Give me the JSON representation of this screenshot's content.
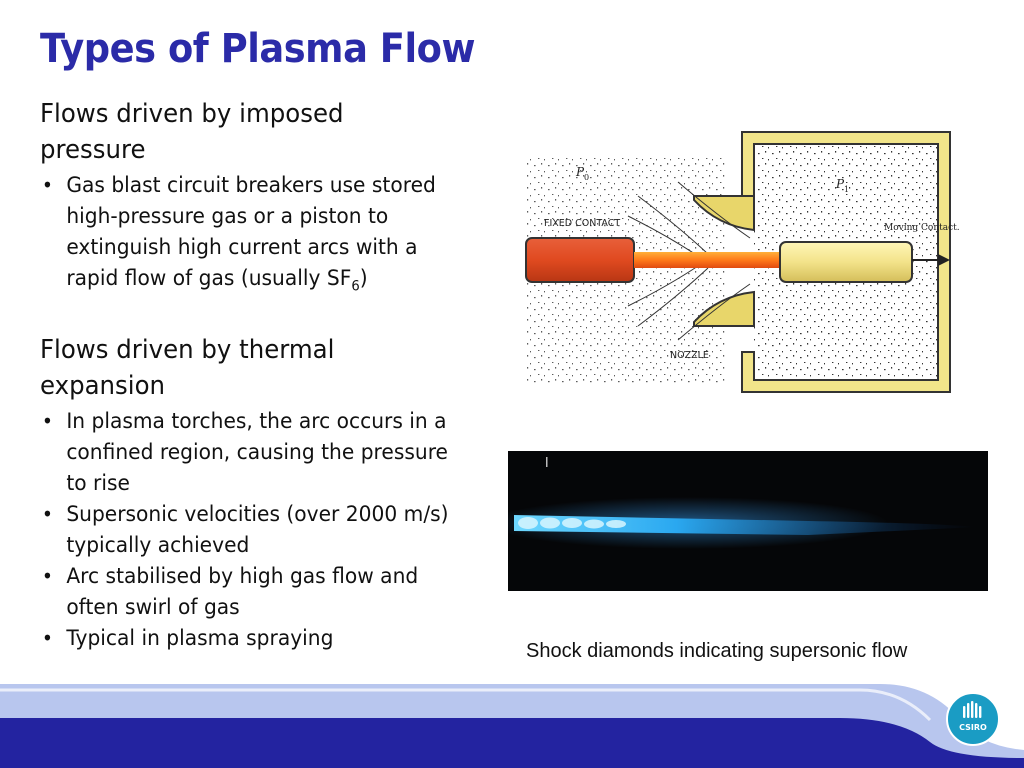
{
  "slide": {
    "title": "Types of Plasma Flow",
    "section1": {
      "heading": "Flows driven by imposed pressure",
      "bullet1_text": "Gas blast circuit breakers use stored high-pressure gas or a piston to extinguish high current arcs with a rapid flow of gas (usually SF",
      "bullet1_sub": "6",
      "bullet1_end": ")"
    },
    "section2": {
      "heading": "Flows driven by thermal expansion",
      "bullets": [
        "In plasma torches, the arc occurs in a confined region, causing the pressure to rise",
        "Supersonic velocities (over 2000 m/s) typically achieved",
        "Arc stabilised by high gas flow and often swirl of gas",
        "Typical in plasma spraying"
      ]
    },
    "diagram": {
      "label_p0": "P",
      "label_p0_sub": "0",
      "label_p1": "P",
      "label_p1_sub": "1",
      "fixed_contact": "FIXED CONTACT",
      "moving_contact": "Moving Contact.",
      "nozzle": "NOZZLE"
    },
    "caption": "Shock diamonds indicating supersonic flow",
    "logo_text": "CSIRO"
  },
  "colors": {
    "title": "#2B2BA8",
    "footer_light": "#B8C6EE",
    "footer_dark": "#2323A0",
    "logo_teal": "#1A9CC4"
  }
}
